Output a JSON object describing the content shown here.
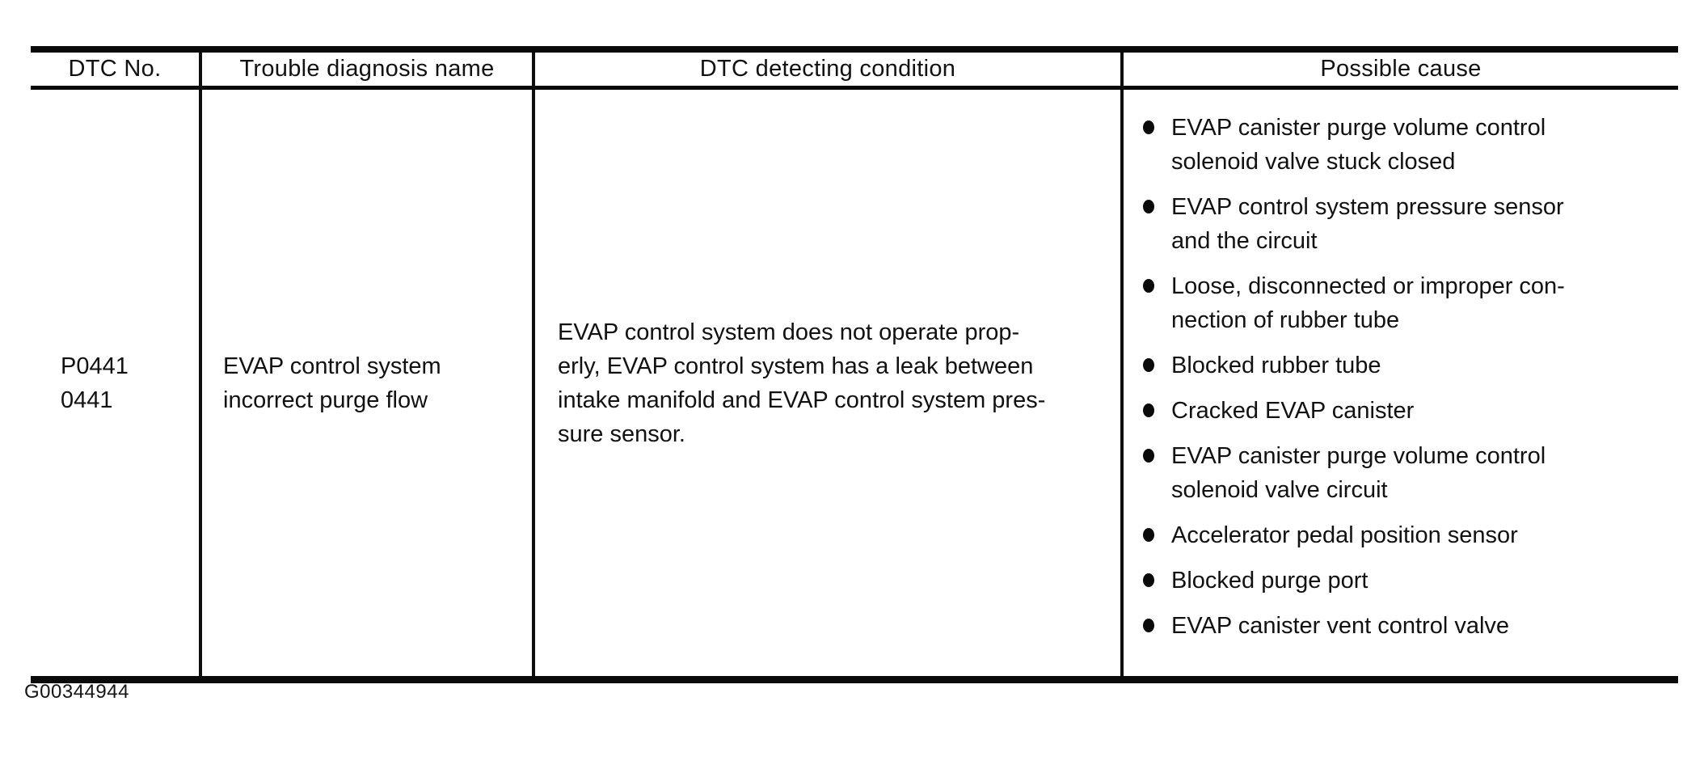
{
  "page": {
    "figure_id": "G00344944"
  },
  "table": {
    "headers": [
      "DTC No.",
      "Trouble diagnosis name",
      "DTC detecting condition",
      "Possible cause"
    ],
    "row": {
      "dtc_no": "P0441\n0441",
      "trouble_diagnosis_name": "EVAP control system\nincorrect purge flow",
      "dtc_detecting_condition": "EVAP control system does not operate prop-\nerly, EVAP control system has a leak between\nintake manifold and EVAP control system pres-\nsure sensor.",
      "possible_causes": [
        "EVAP canister purge volume control\nsolenoid valve stuck closed",
        "EVAP control system pressure sensor\nand the circuit",
        "Loose, disconnected or improper con-\nnection of rubber tube",
        "Blocked rubber tube",
        "Cracked EVAP canister",
        "EVAP canister purge volume control\nsolenoid valve circuit",
        "Accelerator pedal position sensor",
        "Blocked purge port",
        "EVAP canister vent control valve"
      ]
    }
  }
}
